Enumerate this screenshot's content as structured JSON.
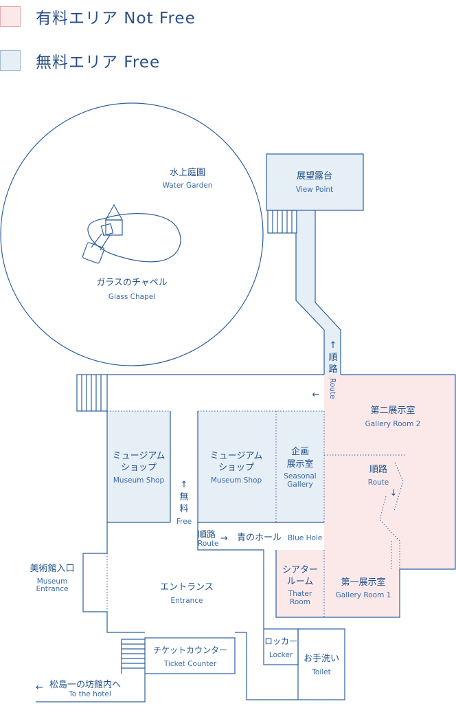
{
  "colors": {
    "paid": "#fbe9ea",
    "paid_border": "#e8a9ad",
    "free": "#e6eef6",
    "free_border": "#9fb9d5",
    "line": "#2d5f9e",
    "text": "#1f4f8a"
  },
  "legend": {
    "paid": "有料エリア Not Free",
    "free": "無料エリア Free"
  },
  "areas": {
    "water_garden": {
      "jp": "水上庭園",
      "en": "Water Garden"
    },
    "glass_chapel": {
      "jp": "ガラスのチャペル",
      "en": "Glass Chapel"
    },
    "view_point": {
      "jp": "展望露台",
      "en": "View Point"
    },
    "route_top": {
      "jp_1": "順",
      "jp_2": "路",
      "en": "Route"
    },
    "gallery2": {
      "jp": "第二展示室",
      "en": "Gallery Room 2"
    },
    "shop1": {
      "jp_1": "ミュージアム",
      "jp_2": "ショップ",
      "en": "Museum Shop"
    },
    "shop2": {
      "jp_1": "ミュージアム",
      "jp_2": "ショップ",
      "en": "Museum Shop"
    },
    "seasonal": {
      "jp_1": "企画",
      "jp_2": "展示室",
      "en_1": "Seasonal",
      "en_2": "Gallery"
    },
    "free_path": {
      "jp_1": "無",
      "jp_2": "料",
      "en": "Free"
    },
    "route_mid": {
      "jp": "順路",
      "en": "Route"
    },
    "route_lower": {
      "jp": "順路",
      "en": "Route"
    },
    "blue_hole": {
      "jp": "青のホール",
      "en": "Blue Hole"
    },
    "museum_entrance": {
      "jp": "美術館入口",
      "en_1": "Museum",
      "en_2": "Entrance"
    },
    "entrance": {
      "jp": "エントランス",
      "en": "Entrance"
    },
    "theater": {
      "jp_1": "シアター",
      "jp_2": "ルーム",
      "en_1": "Thater",
      "en_2": "Room"
    },
    "gallery1": {
      "jp": "第一展示室",
      "en": "Gallery Room 1"
    },
    "locker": {
      "jp": "ロッカー",
      "en": "Locker"
    },
    "toilet": {
      "jp": "お手洗い",
      "en": "Toilet"
    },
    "ticket": {
      "jp": "チケットカウンター",
      "en": "Ticket Counter"
    },
    "hotel": {
      "jp": "松島一の坊館内へ",
      "en": "To the hotel"
    }
  }
}
